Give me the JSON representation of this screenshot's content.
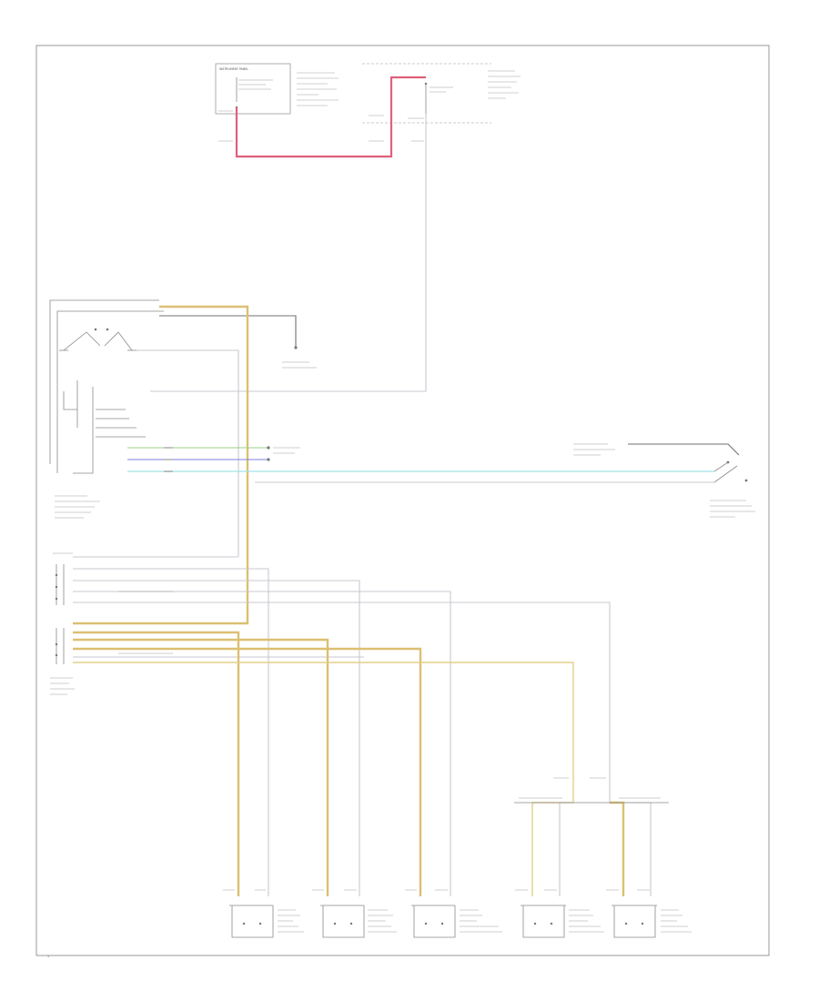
{
  "labels": {
    "instrument_panel": "INSTRUMENT PANEL",
    "page_number": "1"
  },
  "colors": {
    "frame": "#9a9a9a",
    "wire_red": "#e0607a",
    "wire_yellow": "#dcbf72",
    "wire_gray": "#c8c8d0",
    "wire_black": "#707070",
    "wire_green": "#9ed08a",
    "wire_blue": "#7c82e0",
    "wire_cyan": "#9fe4ea"
  },
  "components": [
    {
      "id": "fuse-panel",
      "kind": "fuse-box"
    },
    {
      "id": "passenger-compartment-box",
      "kind": "junction-box"
    },
    {
      "id": "headlamp-switch",
      "kind": "switch"
    },
    {
      "id": "light-switch-bottom",
      "kind": "switch"
    },
    {
      "id": "door-jamb-switch",
      "kind": "switch"
    },
    {
      "id": "ground-splice-left",
      "kind": "splice"
    },
    {
      "id": "ground-splice-right",
      "kind": "splice"
    },
    {
      "id": "lamp-1",
      "kind": "lamp"
    },
    {
      "id": "lamp-2",
      "kind": "lamp"
    },
    {
      "id": "lamp-3",
      "kind": "lamp"
    },
    {
      "id": "lamp-4",
      "kind": "lamp"
    },
    {
      "id": "lamp-5",
      "kind": "lamp"
    }
  ]
}
